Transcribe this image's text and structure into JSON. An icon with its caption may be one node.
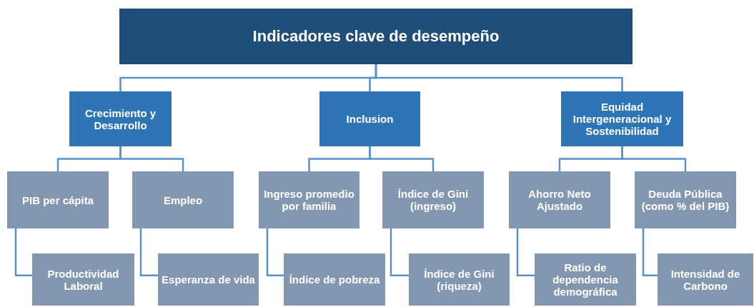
{
  "diagram": {
    "nodes": [
      {
        "text": [
          "Indicadores clave de desempeño"
        ]
      },
      {
        "text": [
          "Crecimiento y Desarrollo"
        ]
      },
      {
        "text": [
          "Inclusion"
        ]
      },
      {
        "text": [
          "Equidad Intergeneracional y Sostenibilidad"
        ]
      },
      {
        "text": [
          "PIB per cápita"
        ]
      },
      {
        "text": [
          "Empleo"
        ]
      },
      {
        "text": [
          "Ingreso promedio por familia"
        ]
      },
      {
        "text": [
          "Índice de Gini (ingreso)"
        ]
      },
      {
        "text": [
          "Ahorro Neto Ajustado"
        ]
      },
      {
        "text": [
          "Deuda Pública (como % del PIB)"
        ]
      },
      {
        "text": [
          "Productividad Laboral"
        ]
      },
      {
        "text": [
          "Esperanza de vida"
        ]
      },
      {
        "text": [
          "Índice de pobreza"
        ]
      },
      {
        "text": [
          "Índice de Gini (riqueza)"
        ]
      },
      {
        "text": [
          "Ratio de dependencia demográfica"
        ]
      },
      {
        "text": [
          "Intensidad de Carbono"
        ]
      }
    ],
    "edges": [
      {
        "from": 0,
        "to": 1,
        "arrow": "none"
      },
      {
        "from": 0,
        "to": 2,
        "arrow": "none"
      },
      {
        "from": 0,
        "to": 3,
        "arrow": "none"
      },
      {
        "from": 1,
        "to": 4,
        "arrow": "none"
      },
      {
        "from": 1,
        "to": 5,
        "arrow": "none"
      },
      {
        "from": 2,
        "to": 6,
        "arrow": "none"
      },
      {
        "from": 2,
        "to": 7,
        "arrow": "none"
      },
      {
        "from": 3,
        "to": 8,
        "arrow": "none"
      },
      {
        "from": 3,
        "to": 9,
        "arrow": "none"
      },
      {
        "from": 4,
        "to": 10,
        "arrow": "none"
      },
      {
        "from": 5,
        "to": 11,
        "arrow": "none"
      },
      {
        "from": 6,
        "to": 12,
        "arrow": "none"
      },
      {
        "from": 7,
        "to": 13,
        "arrow": "none"
      },
      {
        "from": 8,
        "to": 14,
        "arrow": "none"
      },
      {
        "from": 9,
        "to": 15,
        "arrow": "none"
      }
    ]
  }
}
